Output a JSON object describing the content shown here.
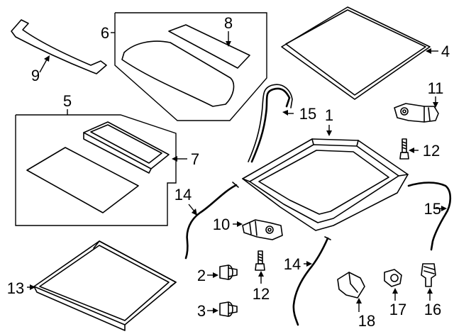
{
  "callouts": {
    "c1": "1",
    "c2": "2",
    "c3": "3",
    "c4": "4",
    "c5": "5",
    "c6": "6",
    "c7": "7",
    "c8": "8",
    "c9": "9",
    "c10": "10",
    "c11": "11",
    "c12a": "12",
    "c12b": "12",
    "c13": "13",
    "c14a": "14",
    "c14b": "14",
    "c15a": "15",
    "c15b": "15",
    "c16": "16",
    "c17": "17",
    "c18": "18"
  }
}
